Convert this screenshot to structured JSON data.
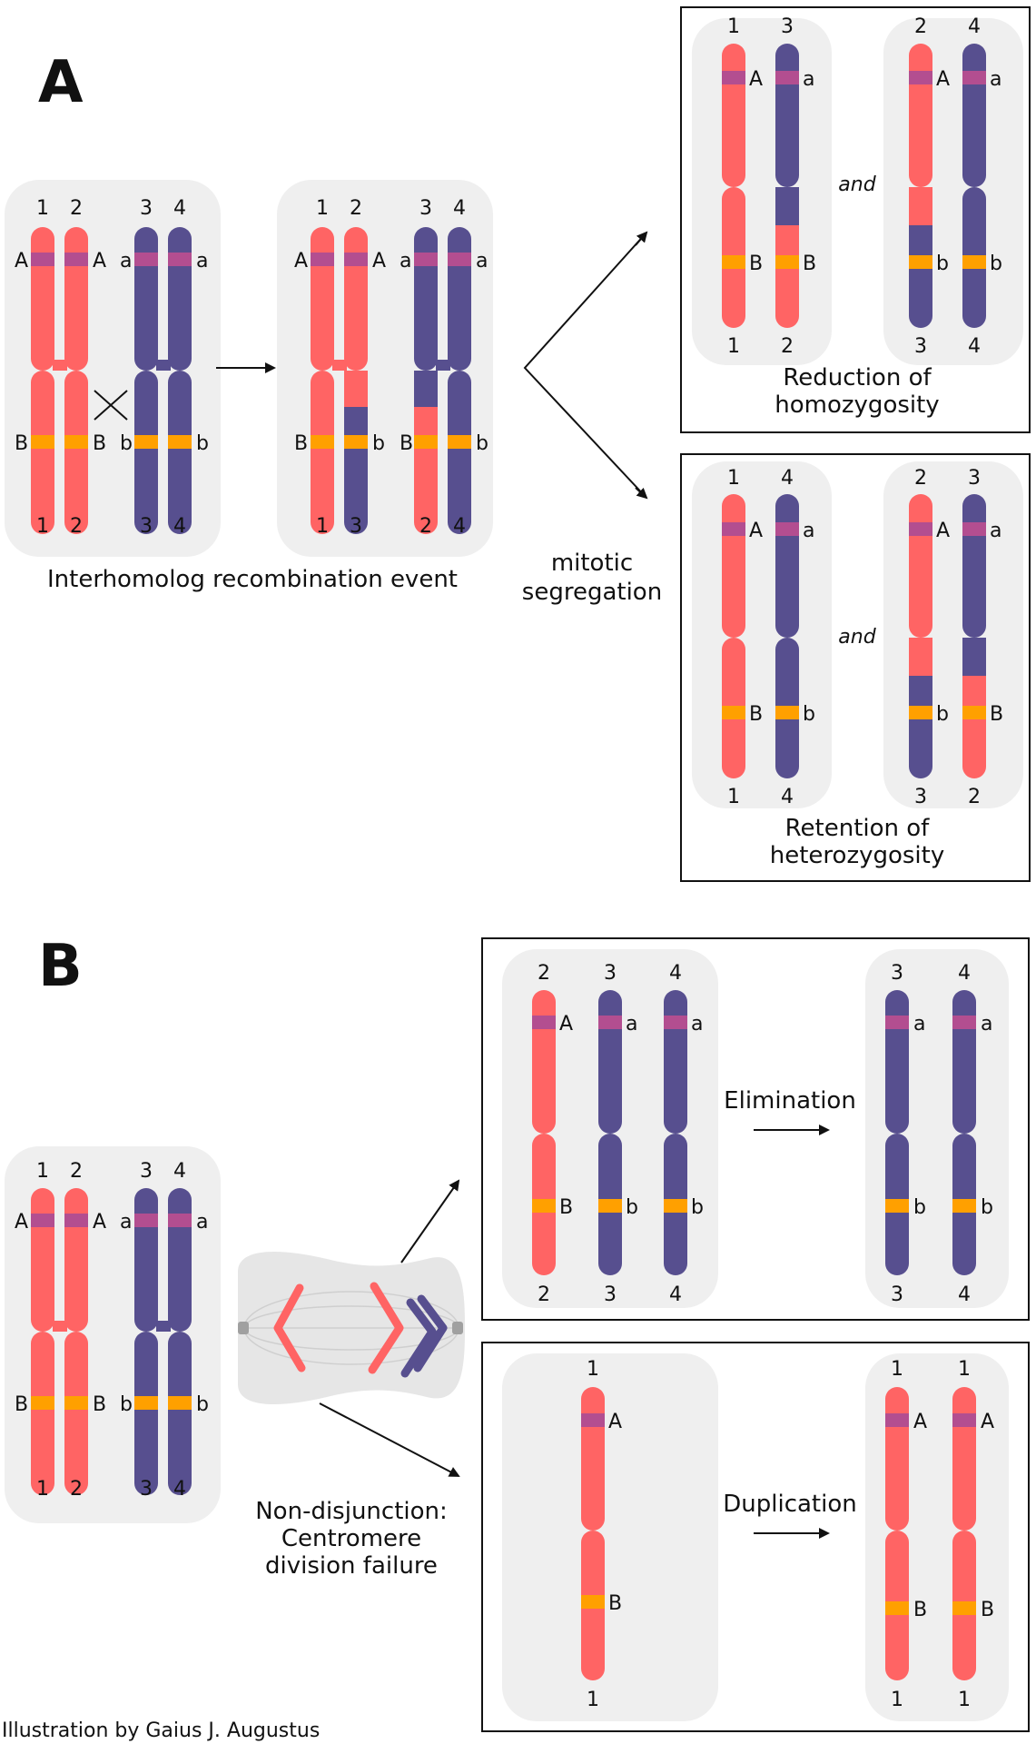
{
  "panel_a": {
    "letter": "A",
    "recombination_caption": "Interhomolog recombination event",
    "segregation_caption": [
      "mitotic",
      "segregation"
    ],
    "reduction_caption": [
      "Reduction of",
      "homozygosity"
    ],
    "retention_caption": [
      "Retention of",
      "heterozygosity"
    ],
    "and_word": "and"
  },
  "panel_b": {
    "letter": "B",
    "elimination_label": "Elimination",
    "duplication_label": "Duplication",
    "nondisjunction_caption": [
      "Non-disjunction:",
      "Centromere",
      "division failure"
    ]
  },
  "labels": {
    "n1": "1",
    "n2": "2",
    "n3": "3",
    "n4": "4",
    "A": "A",
    "a": "a",
    "B": "B",
    "b": "b"
  },
  "credit": "Illustration by Gaius J. Augustus",
  "colors": {
    "red": "#ff6464",
    "blue": "#574f8f",
    "locus_a": "#b34e90",
    "locus_b": "#ffa000",
    "box_bg": "#efefef"
  }
}
